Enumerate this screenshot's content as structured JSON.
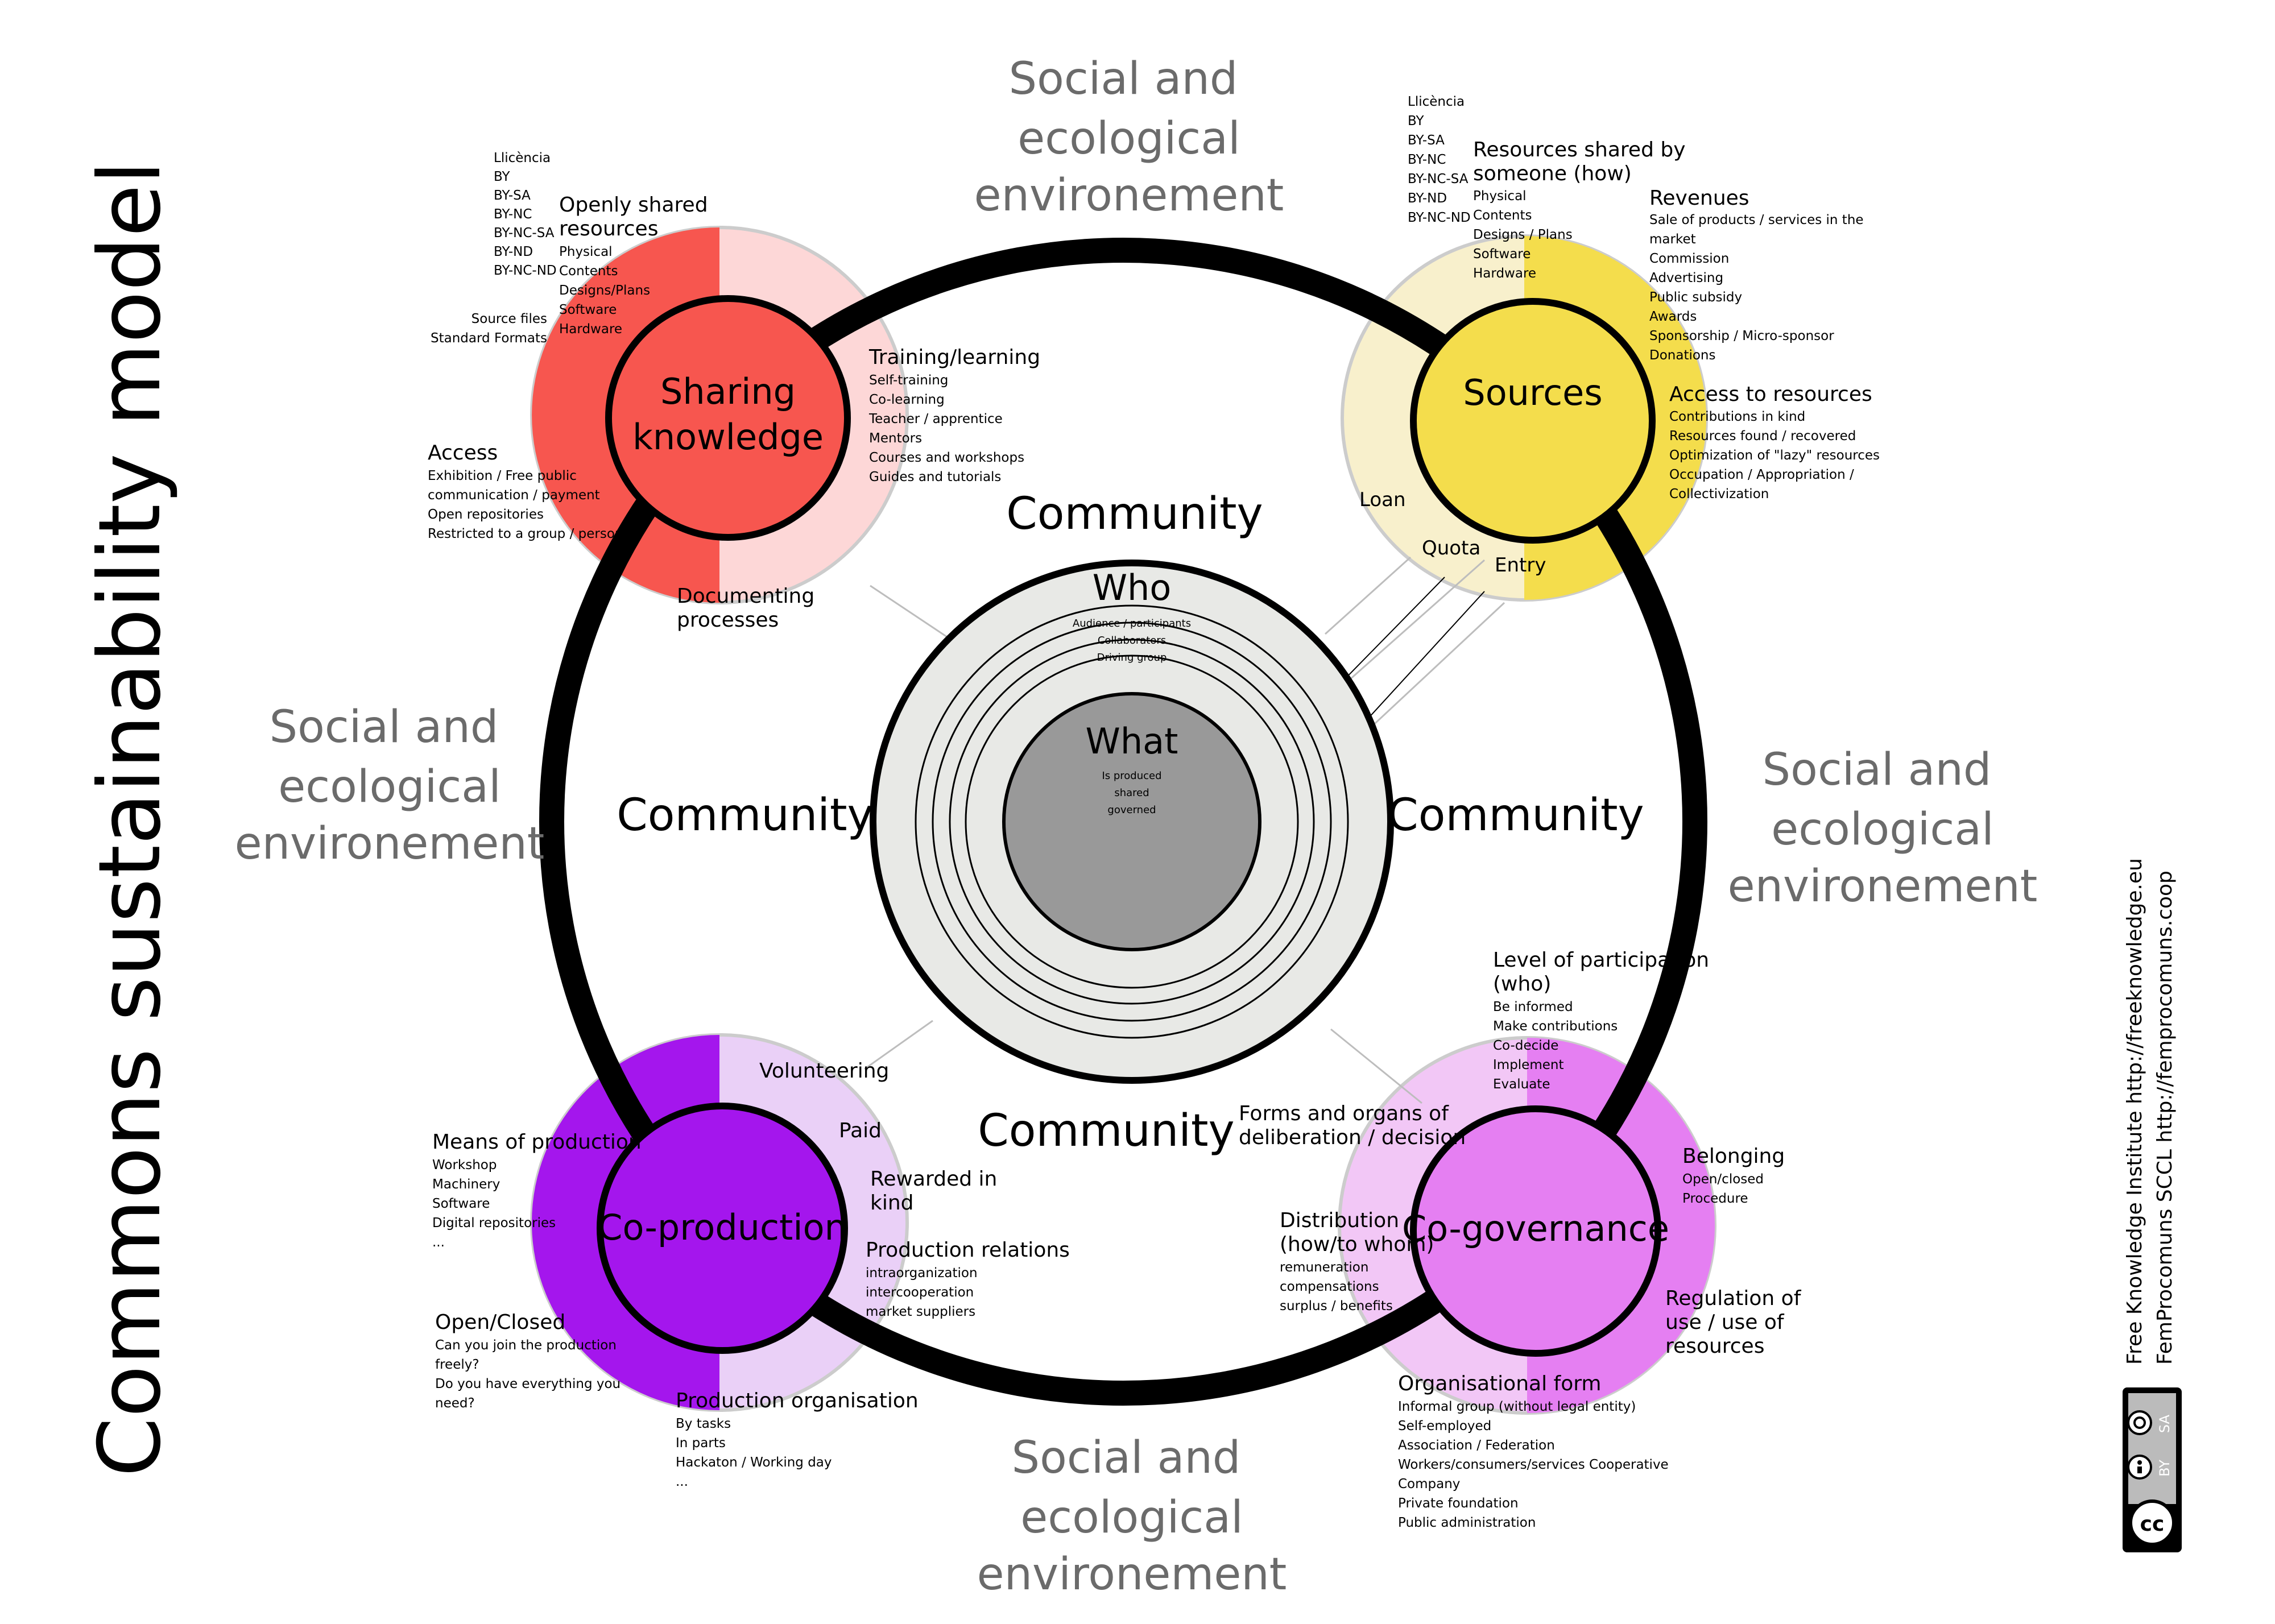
{
  "title": "Commons sustainability model",
  "environment_label": [
    "Social and",
    "ecological",
    "environement"
  ],
  "community_label": "Community",
  "center": {
    "who_title": "Who",
    "who_items": [
      "Audience / participants",
      "Collaborators",
      "Driving group"
    ],
    "what_title": "What",
    "what_items": [
      "Is produced",
      "shared",
      "governed"
    ]
  },
  "hubs": {
    "sharing": {
      "label": [
        "Sharing",
        "knowledge"
      ],
      "color": "#f7564f",
      "halo": "#fdd7d7"
    },
    "sources": {
      "label": [
        "Sources"
      ],
      "color": "#f4dd4c",
      "halo": "#f8f0cc"
    },
    "coproduction": {
      "label": [
        "Co-production"
      ],
      "color": "#a416ed",
      "halo": "#ead0f7"
    },
    "cogovernance": {
      "label": [
        "Co-governance"
      ],
      "color": "#e57ff2",
      "halo": "#f2c7f6"
    }
  },
  "sharing_blocks": {
    "licence": [
      "Llicència",
      "BY",
      "BY-SA",
      "BY-NC",
      "BY-NC-SA",
      "BY-ND",
      "BY-NC-ND"
    ],
    "openly_head": [
      "Openly shared",
      "resources"
    ],
    "openly_items": [
      "Physical",
      "Contents",
      "Designs/Plans",
      "Software",
      "Hardware"
    ],
    "formats": [
      "Source files",
      "Standard Formats"
    ],
    "training_head": [
      "Training/learning"
    ],
    "training_items": [
      "Self-training",
      "Co-learning",
      "Teacher / apprentice",
      "Mentors",
      "Courses and workshops",
      "Guides and tutorials"
    ],
    "access_head": [
      "Access"
    ],
    "access_items": [
      "Exhibition / Free public",
      "communication / payment",
      "Open repositories",
      "Restricted to a group / person"
    ],
    "documenting": [
      "Documenting",
      "processes"
    ]
  },
  "sources_blocks": {
    "licence": [
      "Llicència",
      "BY",
      "BY-SA",
      "BY-NC",
      "BY-NC-SA",
      "BY-ND",
      "BY-NC-ND"
    ],
    "shared_head": [
      "Resources shared by",
      "someone (how)"
    ],
    "shared_items": [
      "Physical",
      "Contents",
      "Designs / Plans",
      "Software",
      "Hardware"
    ],
    "revenues_head": [
      "Revenues"
    ],
    "revenues_items": [
      "Sale of products / services in the",
      "market",
      "Commission",
      "Advertising",
      "Public subsidy",
      "Awards",
      "Sponsorship / Micro-sponsor",
      "Donations"
    ],
    "access_head": [
      "Access to resources"
    ],
    "access_items": [
      "Contributions in kind",
      "Resources found / recovered",
      "Optimization of \"lazy\" resources",
      "Occupation / Appropriation /",
      "Collectivization"
    ],
    "loan": "Loan",
    "quota": "Quota",
    "entry": "Entry"
  },
  "coproduction_blocks": {
    "volunteering": "Volunteering",
    "paid": "Paid",
    "rewarded": [
      "Rewarded in",
      "kind"
    ],
    "means_head": [
      "Means of production"
    ],
    "means_items": [
      "Workshop",
      "Machinery",
      "Software",
      "Digital repositories",
      "..."
    ],
    "relations_head": [
      "Production relations"
    ],
    "relations_items": [
      "intraorganization",
      "intercooperation",
      "market suppliers"
    ],
    "open_head": [
      "Open/Closed"
    ],
    "open_items": [
      "Can you join the production",
      "freely?",
      "Do you have everything you",
      "need?"
    ],
    "organisation_head": [
      "Production organisation"
    ],
    "organisation_items": [
      "By tasks",
      "In parts",
      "Hackaton / Working day",
      "..."
    ]
  },
  "cogovernance_blocks": {
    "participation_head": [
      "Level of participation",
      "(who)"
    ],
    "participation_items": [
      "Be informed",
      "Make contributions",
      "Co-decide",
      "Implement",
      "Evaluate"
    ],
    "forms_head": [
      "Forms and organs of",
      "deliberation / decision"
    ],
    "belonging_head": [
      "Belonging"
    ],
    "belonging_items": [
      "Open/closed",
      "Procedure"
    ],
    "distribution_head": [
      "Distribution",
      "(how/to whom)"
    ],
    "distribution_items": [
      "remuneration",
      "compensations",
      "surplus / benefits"
    ],
    "regulation_head": [
      "Regulation of",
      "use / use of",
      "resources"
    ],
    "organisational_head": [
      "Organisational form"
    ],
    "organisational_items": [
      "Informal group (without legal entity)",
      "Self-employed",
      "Association / Federation",
      "Workers/consumers/services Cooperative",
      "Company",
      "Private foundation",
      "Public administration"
    ]
  },
  "credits": [
    "Free Knowledge Institute http://freeknowledge.eu",
    "FemProcomuns SCCL http://femprocomuns.coop"
  ],
  "cc_badge": [
    "BY",
    "SA"
  ]
}
